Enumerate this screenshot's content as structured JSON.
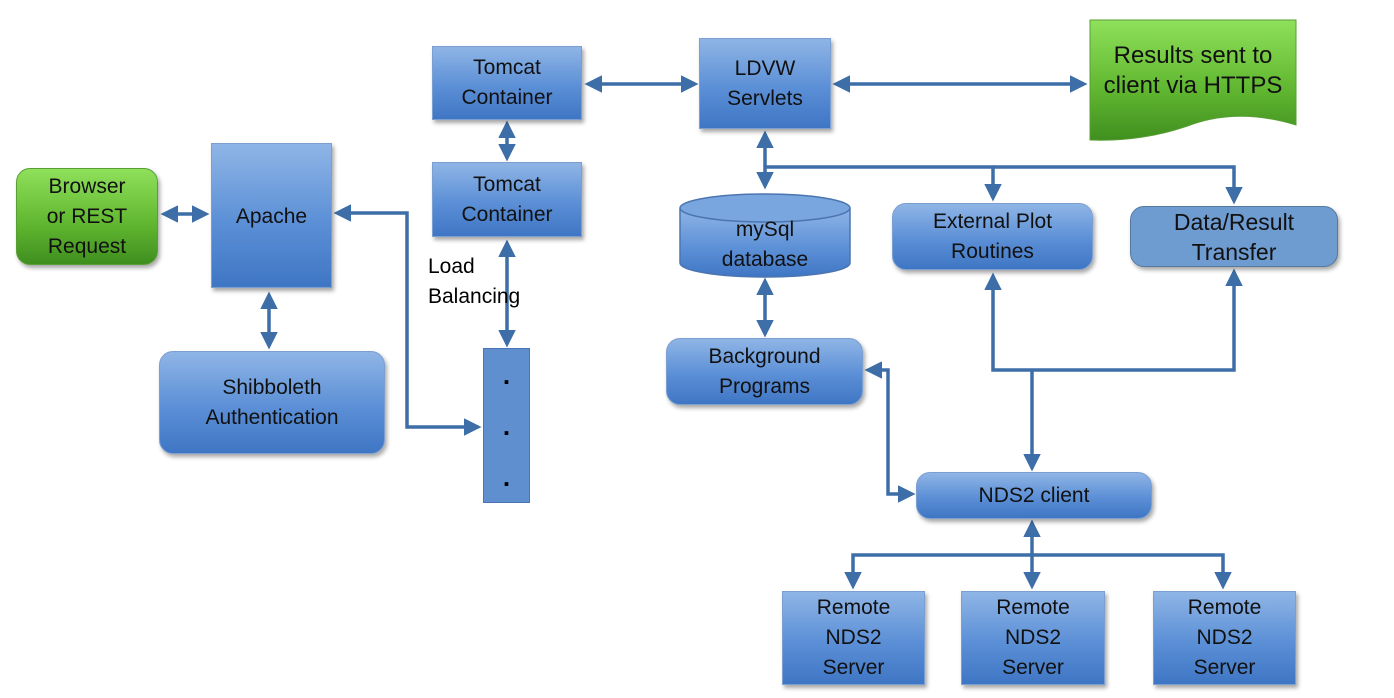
{
  "nodes": {
    "browser": "Browser\nor REST\nRequest",
    "apache": "Apache",
    "shibboleth": "Shibboleth\nAuthentication",
    "tomcat1": "Tomcat\nContainer",
    "tomcat2": "Tomcat\nContainer",
    "load_balancing": "Load\nBalancing",
    "ellipsis_dots": [
      ".",
      ".",
      "."
    ],
    "ldvw": "LDVW\nServlets",
    "results": "Results sent to\nclient via HTTPS",
    "mysql": "mySql\ndatabase",
    "external_plot": "External Plot\nRoutines",
    "data_transfer": "Data/Result\nTransfer",
    "background": "Background\nPrograms",
    "nds2_client": "NDS2 client",
    "remote1": "Remote\nNDS2\nServer",
    "remote2": "Remote\nNDS2\nServer",
    "remote3": "Remote\nNDS2\nServer"
  },
  "colors": {
    "connector": "#3d6ea8",
    "box_blue": "#5b8fd6",
    "box_green": "#5fb52f",
    "box_flat": "#6e9bd0"
  }
}
